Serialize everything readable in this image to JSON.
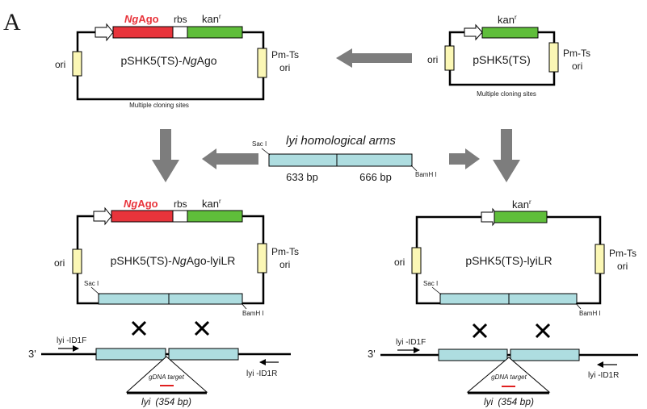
{
  "panel_label": "A",
  "colors": {
    "red": "#e8343b",
    "green": "#5fbe3a",
    "yellow": "#fbf7b5",
    "teal": "#aedde0",
    "arrow": "#7d7d7d",
    "line": "#000000",
    "target": "#e02020"
  },
  "icons": {
    "promoter": "hollow-arrow-icon",
    "flow": "gray-block-arrow-icon",
    "cross": "x-cross-icon",
    "primer": "primer-arrow-icon"
  },
  "top_left": {
    "gene1_prefix": "Ng",
    "gene1_suffix": "Ago",
    "rbs": "rbs",
    "kan": "kan",
    "kan_sup": "r",
    "ori": "ori",
    "pm_ts": "Pm-Ts",
    "pm_ori": "ori",
    "name_prefix": "pSHK5(TS)-",
    "name_italic": "Ng",
    "name_suffix": "Ago",
    "mcs": "Multiple cloning sites"
  },
  "top_right": {
    "kan": "kan",
    "kan_sup": "r",
    "ori": "ori",
    "pm_ts": "Pm-Ts",
    "pm_ori": "ori",
    "name": "pSHK5(TS)",
    "mcs": "Multiple cloning sites"
  },
  "arms": {
    "title": "lyi homological arms",
    "sac": "Sac I",
    "bam": "BamH I",
    "left_bp": "633 bp",
    "right_bp": "666 bp"
  },
  "bottom_left": {
    "gene1_prefix": "Ng",
    "gene1_suffix": "Ago",
    "rbs": "rbs",
    "kan": "kan",
    "kan_sup": "r",
    "ori": "ori",
    "pm_ts": "Pm-Ts",
    "pm_ori": "ori",
    "name_prefix": "pSHK5(TS)-",
    "name_italic": "Ng",
    "name_suffix": "Ago-lyiLR",
    "sac": "Sac I",
    "bam": "BamH I",
    "three_prime": "3'",
    "primer_f": "lyi -ID1F",
    "primer_r": "lyi -ID1R",
    "target": "gDNA target",
    "lyi": "lyi",
    "lyi_size": "(354 bp)"
  },
  "bottom_right": {
    "kan": "kan",
    "kan_sup": "r",
    "ori": "ori",
    "pm_ts": "Pm-Ts",
    "pm_ori": "ori",
    "name": "pSHK5(TS)-lyiLR",
    "sac": "Sac I",
    "bam": "BamH I",
    "three_prime": "3'",
    "primer_f": "lyi -ID1F",
    "primer_r": "lyi -ID1R",
    "target": "gDNA target",
    "lyi": "lyi",
    "lyi_size": "(354 bp)"
  }
}
